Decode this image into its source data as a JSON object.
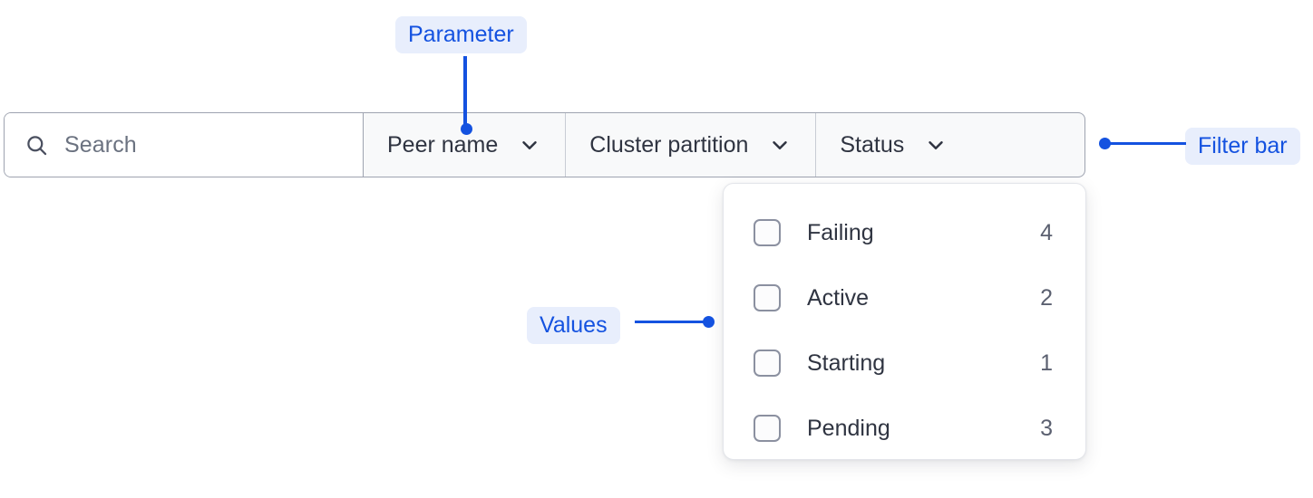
{
  "filter_bar": {
    "search": {
      "icon": "search-icon",
      "placeholder": "Search",
      "value": ""
    },
    "segments": [
      {
        "label": "Peer name",
        "icon": "chevron-down-icon"
      },
      {
        "label": "Cluster partition",
        "icon": "chevron-down-icon"
      },
      {
        "label": "Status",
        "icon": "chevron-down-icon"
      }
    ]
  },
  "dropdown": {
    "options": [
      {
        "label": "Failing",
        "count": "4",
        "checked": false
      },
      {
        "label": "Active",
        "count": "2",
        "checked": false
      },
      {
        "label": "Starting",
        "count": "1",
        "checked": false
      },
      {
        "label": "Pending",
        "count": "3",
        "checked": false
      }
    ]
  },
  "annotations": [
    {
      "label": "Parameter"
    },
    {
      "label": "Filter bar"
    },
    {
      "label": "Values"
    }
  ],
  "colors": {
    "annotation_text": "#1452e0",
    "annotation_bg": "#e8eefc",
    "bar_border": "#9ea3b0",
    "segment_bg": "#f8f9fa",
    "text": "#2f3441",
    "muted_text": "#6b7280"
  }
}
